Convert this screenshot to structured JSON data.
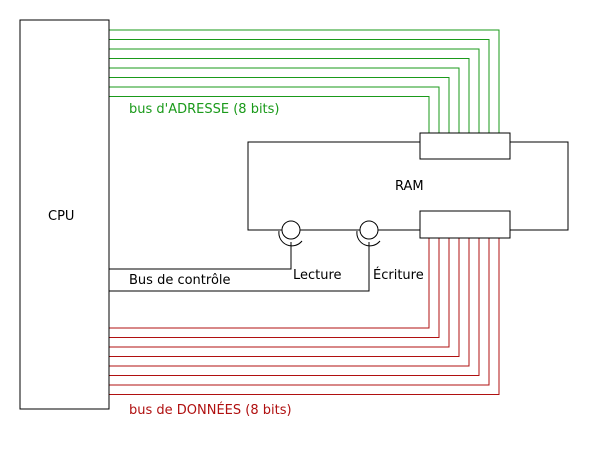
{
  "labels": {
    "cpu": "CPU",
    "ram": "RAM",
    "address_bus": "bus d'ADRESSE (8 bits)",
    "control_bus": "Bus de contrôle",
    "read": "Lecture",
    "write": "Écriture",
    "data_bus": "bus de DONNÉES (8 bits)"
  },
  "colors": {
    "address_bus": "#1a9a1a",
    "data_bus": "#b01010",
    "outline": "#000000"
  }
}
